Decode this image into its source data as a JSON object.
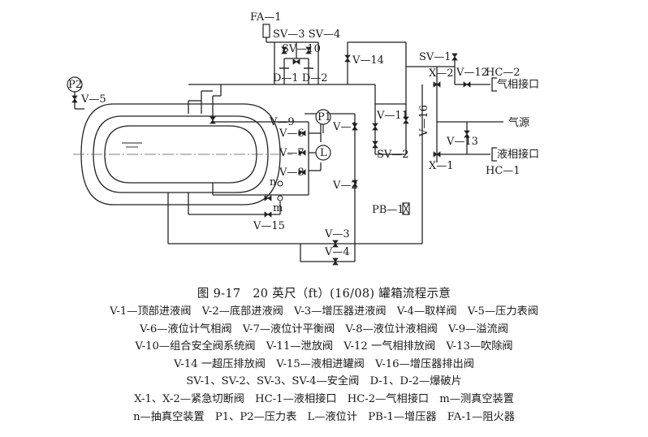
{
  "figure": {
    "caption": "图 9-17　20 英尺（ft）(16/08) 罐箱流程示意",
    "labels": {
      "fa1": "FA—1",
      "sv3_sv4": "SV—3 SV—4",
      "sv10": "SV—10",
      "d1_d2": "D—1 D—2",
      "v14": "V—14",
      "sv1": "SV—1",
      "x2": "X—2",
      "v12": "V—12",
      "hc2": "HC—2",
      "gas_port": "气相接口",
      "p2": "P2",
      "v5": "V—5",
      "p1": "P1",
      "v9": "V—9",
      "v6": "V—6",
      "v7": "V—7",
      "l": "L",
      "v8": "V—8",
      "v1": "V—1",
      "v11": "V—11",
      "v16": "V—16",
      "gas_source": "气源",
      "v13": "V—13",
      "liquid_port": "液相接口",
      "sv2": "SV—2",
      "x1": "X—1",
      "hc1": "HC—1",
      "n": "n",
      "m": "m",
      "v2": "V—2",
      "v15": "V—15",
      "pb1": "PB—1",
      "v3": "V—3",
      "v4": "V—4"
    },
    "legend_lines": [
      "V-1—顶部进液阀　V-2—底部进液阀　V-3—增压器进液阀　V-4—取样阀　V-5—压力表阀",
      "V-6—液位计气相阀　V-7—液位计平衡阀　V-8—液位计液相阀　V-9—溢流阀",
      "V-10—组合安全阀系统阀　V-11—泄放阀　V-12 一气相排放阀　V-13—吹除阀",
      "V-14 一超压排放阀　V-15—液相进罐阀　V-16—增压器排出阀",
      "SV-1、SV-2、SV-3、SV-4—安全阀　D-1、D-2—爆破片",
      "X-1、X-2—紧急切断阀　HC-1—液相接口　HC-2—气相接口　m—测真空装置",
      "n—抽真空装置　P1、P2—压力表　L—液位计　PB-1—增压器　FA-1—阻火器"
    ]
  }
}
